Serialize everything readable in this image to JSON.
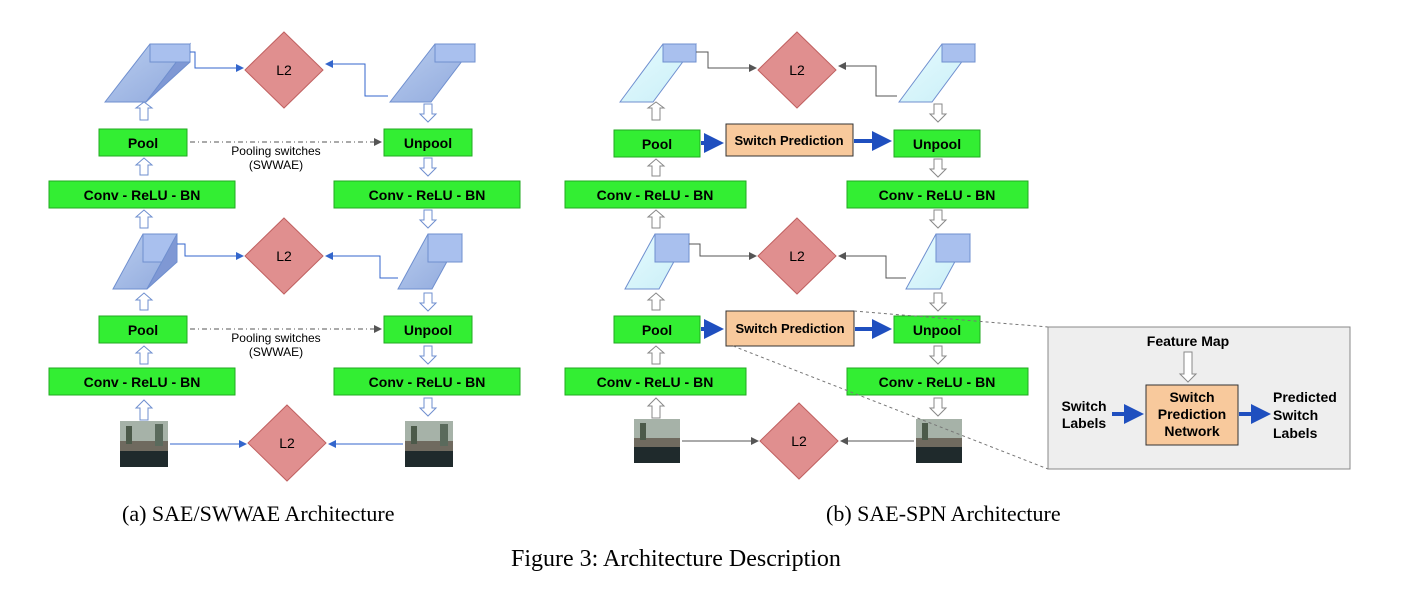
{
  "diagram": {
    "panel_a": {
      "pool": "Pool",
      "unpool": "Unpool",
      "conv": "Conv - ReLU - BN",
      "l2": "L2",
      "pooling_switches_line1": "Pooling switches",
      "pooling_switches_line2": "(SWWAE)"
    },
    "panel_b": {
      "pool": "Pool",
      "unpool": "Unpool",
      "conv": "Conv - ReLU - BN",
      "l2": "L2",
      "switch_prediction": "Switch Prediction"
    },
    "inset": {
      "feature_map": "Feature Map",
      "switch_labels_line1": "Switch",
      "switch_labels_line2": "Labels",
      "network_line1": "Switch",
      "network_line2": "Prediction",
      "network_line3": "Network",
      "predicted_line1": "Predicted",
      "predicted_line2": "Switch",
      "predicted_line3": "Labels"
    },
    "colors": {
      "block_green": "#33ee33",
      "l2_red": "#e08f8f",
      "switch_orange": "#f8c99c",
      "inset_gray": "#eeeeee",
      "arrow_blue": "#2255cc"
    }
  },
  "captions": {
    "a": "(a) SAE/SWWAE Architecture",
    "b": "(b) SAE-SPN Architecture",
    "figure": "Figure 3: Architecture Description"
  }
}
